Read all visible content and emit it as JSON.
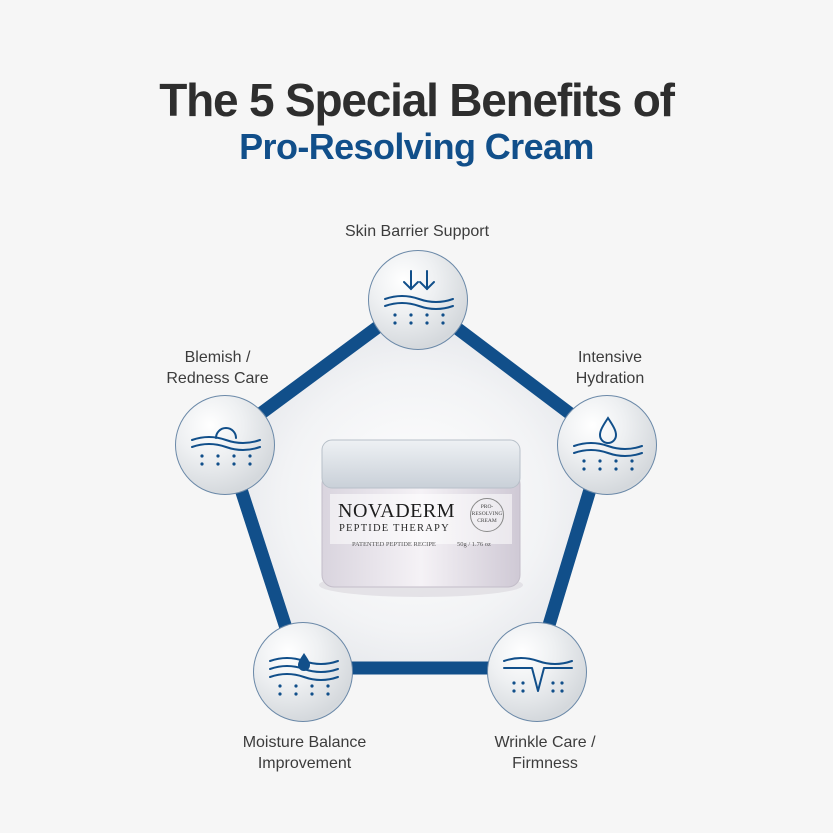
{
  "heading": {
    "line1": "The 5 Special Benefits of",
    "line2": "Pro-Resolving Cream"
  },
  "benefits": [
    {
      "label": "Skin Barrier Support",
      "icon": "skin-barrier-icon"
    },
    {
      "label": "Intensive\nHydration",
      "icon": "hydration-drop-icon"
    },
    {
      "label": "Wrinkle Care /\nFirmness",
      "icon": "wrinkle-care-icon"
    },
    {
      "label": "Moisture Balance\nImprovement",
      "icon": "moisture-balance-icon"
    },
    {
      "label": "Blemish /\nRedness Care",
      "icon": "blemish-care-icon"
    }
  ],
  "product": {
    "brand": "NOVADERM",
    "line": "PEPTIDE THERAPY",
    "recipe": "PATENTED PEPTIDE RECIPE",
    "volume": "50g / 1.76 oz",
    "badge_line1": "PRO-",
    "badge_line2": "RESOLVING",
    "badge_line3": "CREAM"
  },
  "colors": {
    "accent": "#114f8a",
    "heading": "#2e2e2e",
    "background": "#f6f6f6"
  }
}
